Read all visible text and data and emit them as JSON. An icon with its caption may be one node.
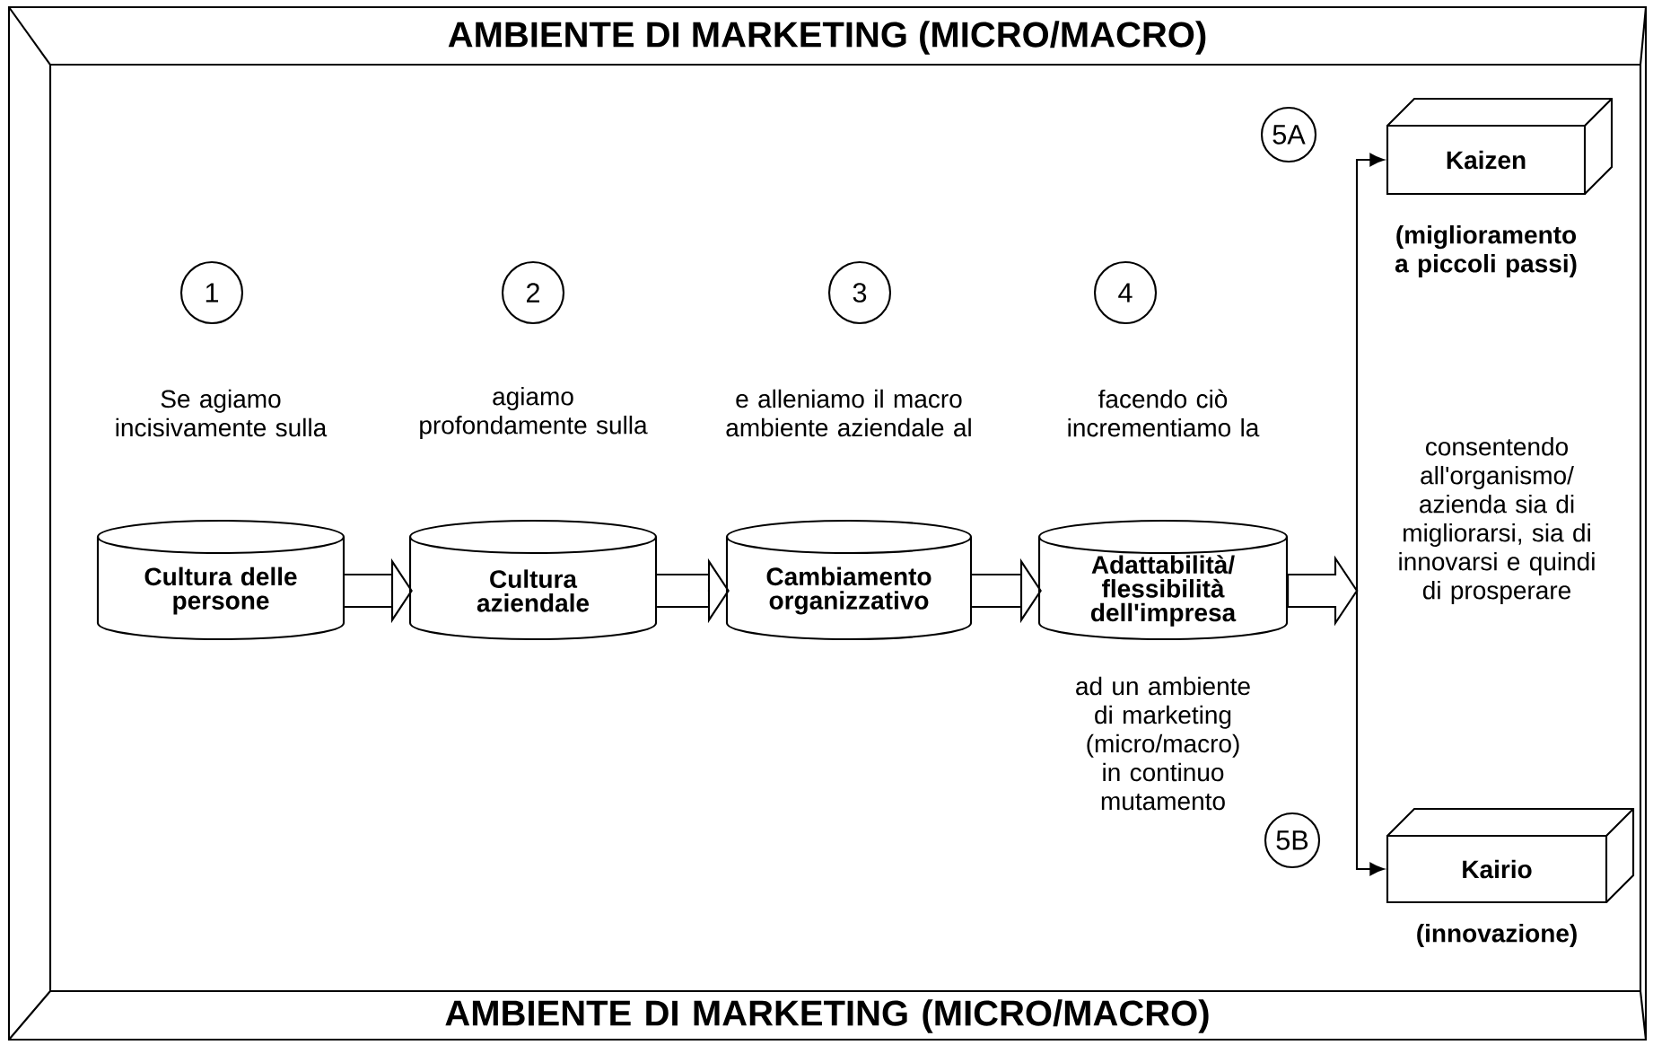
{
  "diagram": {
    "title": "AMBIENTE DI MARKETING (MICRO/MACRO)",
    "nodes": [
      {
        "text": [
          "5A"
        ]
      },
      {
        "text": [
          "Kaizen"
        ],
        "beside": [
          "(miglioramento a piccoli passi)"
        ]
      },
      {
        "text": [
          "1"
        ]
      },
      {
        "text": [
          "2"
        ]
      },
      {
        "text": [
          "3"
        ]
      },
      {
        "text": [
          "4"
        ]
      },
      {
        "text": [
          "Cultura delle persone"
        ],
        "beside": [
          "Se agiamo incisivamente sulla"
        ]
      },
      {
        "text": [
          "Cultura aziendale"
        ],
        "beside": [
          "agiamo profondamente sulla"
        ]
      },
      {
        "text": [
          "Cambiamento organizzativo"
        ],
        "beside": [
          "e alleniamo il macro ambiente aziendale al"
        ]
      },
      {
        "text": [
          "Adattabilità/ flessibilità dell'impresa"
        ],
        "beside": [
          "facendo ciò incrementiamo la"
        ]
      },
      {
        "text": [
          "5B"
        ]
      },
      {
        "text": [
          "Kairio"
        ],
        "beside": [
          "(innovazione)"
        ]
      }
    ],
    "edges": [
      {
        "from": 6,
        "to": 7,
        "arrow": "to"
      },
      {
        "from": 7,
        "to": 8,
        "arrow": "to"
      },
      {
        "from": 8,
        "to": 9,
        "arrow": "to"
      },
      {
        "from": 9,
        "to": 1,
        "arrow": "to"
      },
      {
        "from": 9,
        "to": 11,
        "arrow": "to"
      }
    ],
    "labels": [
      "consentendo all'organismo/ azienda sia di migliorarsi, sia di innovarsi e quindi di prosperare",
      "ad un ambiente di marketing (micro/macro) in continuo mutamento",
      "AMBIENTE DI MARKETING (MICRO/MACRO)"
    ]
  }
}
